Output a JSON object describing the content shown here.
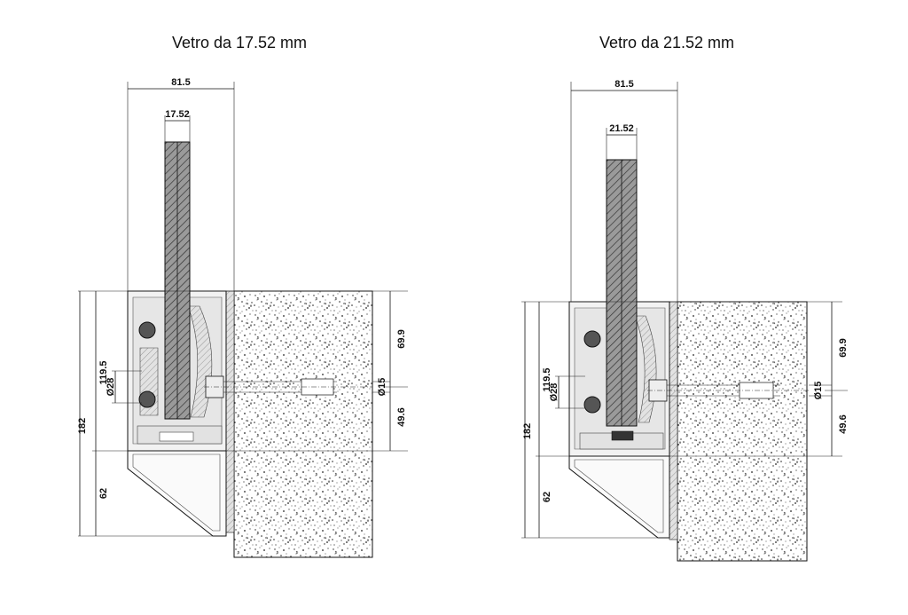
{
  "panels": [
    {
      "title": "Vetro da 17.52 mm",
      "glass_thickness": 17.52,
      "dims": {
        "width": "81.5",
        "glass": "17.52",
        "total_height": "182",
        "profile_height": "119.5",
        "bolt_head": "Ø28",
        "lower": "62",
        "upper_right": "69.9",
        "lower_right": "49.6",
        "anchor": "Ø15"
      }
    },
    {
      "title": "Vetro da 21.52 mm",
      "glass_thickness": 21.52,
      "dims": {
        "width": "81.5",
        "glass": "21.52",
        "total_height": "182",
        "profile_height": "119.5",
        "bolt_head": "Ø28",
        "lower": "62",
        "upper_right": "69.9",
        "lower_right": "49.6",
        "anchor": "Ø15"
      }
    }
  ],
  "colors": {
    "line": "#111111",
    "glass_fill": "#8a8a8a",
    "profile_fill": "#d9d9d9",
    "concrete_fill": "#ffffff"
  }
}
